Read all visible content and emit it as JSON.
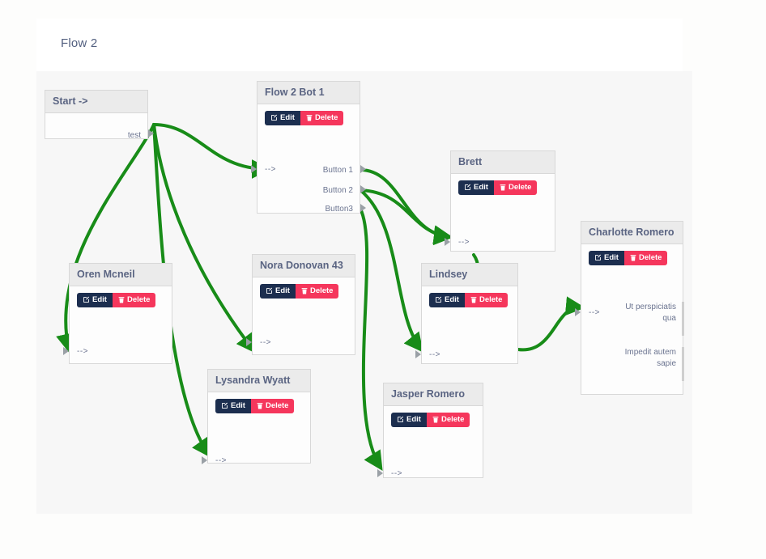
{
  "header": {
    "title": "Flow 2"
  },
  "canvas": {
    "background": "#f7f7f7",
    "edge_color": "#188c18",
    "accent_edit": "#1c2e4f",
    "accent_delete": "#f5365c"
  },
  "buttons": {
    "edit_label": "Edit",
    "delete_label": "Delete"
  },
  "nodes": [
    {
      "id": "start",
      "title": "Start ->",
      "has_buttons": false,
      "in_port": null,
      "out_ports": [
        "test"
      ]
    },
    {
      "id": "flow2bot1",
      "title": "Flow 2 Bot 1",
      "has_buttons": true,
      "in_port": "-->",
      "out_ports": [
        "Button 1",
        "Button 2",
        "Button3"
      ]
    },
    {
      "id": "oren",
      "title": "Oren Mcneil",
      "has_buttons": true,
      "in_port": "-->",
      "out_ports": []
    },
    {
      "id": "nora",
      "title": "Nora Donovan 43",
      "has_buttons": true,
      "in_port": "-->",
      "out_ports": []
    },
    {
      "id": "lysandra",
      "title": "Lysandra Wyatt",
      "has_buttons": true,
      "in_port": "-->",
      "out_ports": []
    },
    {
      "id": "jasper",
      "title": "Jasper Romero",
      "has_buttons": true,
      "in_port": "-->",
      "out_ports": []
    },
    {
      "id": "brett",
      "title": "Brett",
      "has_buttons": true,
      "in_port": "-->",
      "out_ports": []
    },
    {
      "id": "lindsey",
      "title": "Lindsey",
      "has_buttons": true,
      "in_port": "-->",
      "out_ports": []
    },
    {
      "id": "charlotte",
      "title": "Charlotte Romero",
      "has_buttons": true,
      "in_port": "-->",
      "out_ports": [
        "Ut perspiciatis qua",
        "Impedit autem sapie"
      ]
    }
  ],
  "connections": [
    {
      "from": "start.test",
      "to": "flow2bot1.in"
    },
    {
      "from": "start.test",
      "to": "oren.in"
    },
    {
      "from": "start.test",
      "to": "nora.in"
    },
    {
      "from": "start.test",
      "to": "lysandra.in"
    },
    {
      "from": "flow2bot1.Button 1",
      "to": "brett.in"
    },
    {
      "from": "flow2bot1.Button 2",
      "to": "brett.in"
    },
    {
      "from": "flow2bot1.Button 2",
      "to": "lindsey.in"
    },
    {
      "from": "flow2bot1.Button3",
      "to": "jasper.in"
    },
    {
      "from": "brett.out",
      "to": "lindsey.in"
    },
    {
      "from": "lindsey.out",
      "to": "charlotte.in"
    }
  ],
  "icons": {
    "edit": "edit-square-icon",
    "delete": "trash-icon"
  }
}
